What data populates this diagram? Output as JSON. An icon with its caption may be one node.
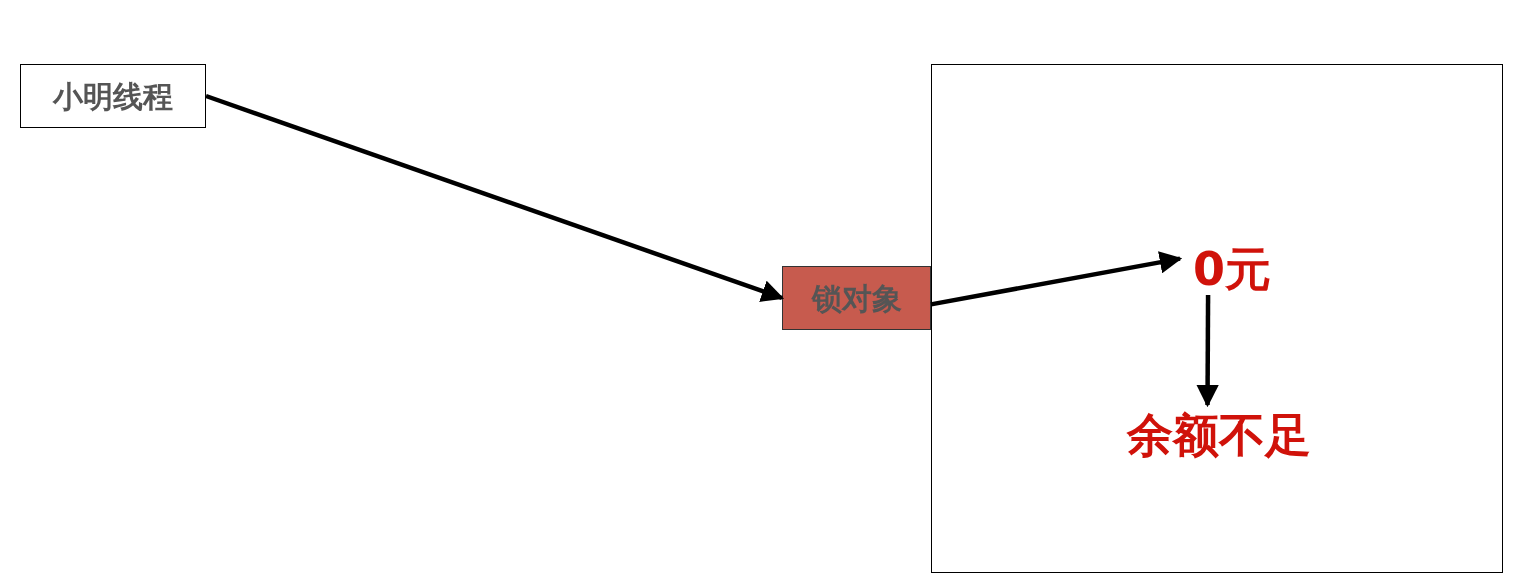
{
  "diagram": {
    "nodes": [
      {
        "text": [
          "小明线程"
        ]
      },
      {
        "text": [],
        "shape": "box"
      },
      {
        "text": [
          "锁对象"
        ]
      },
      {
        "text": [
          "0元"
        ],
        "in": 1
      },
      {
        "text": [
          "余额不足"
        ],
        "in": 1
      }
    ],
    "edges": [
      {
        "from": 0,
        "to": 2,
        "arrow": "to"
      },
      {
        "from": 2,
        "to": 3,
        "arrow": "to"
      },
      {
        "from": 3,
        "to": 4,
        "arrow": "to"
      }
    ]
  }
}
